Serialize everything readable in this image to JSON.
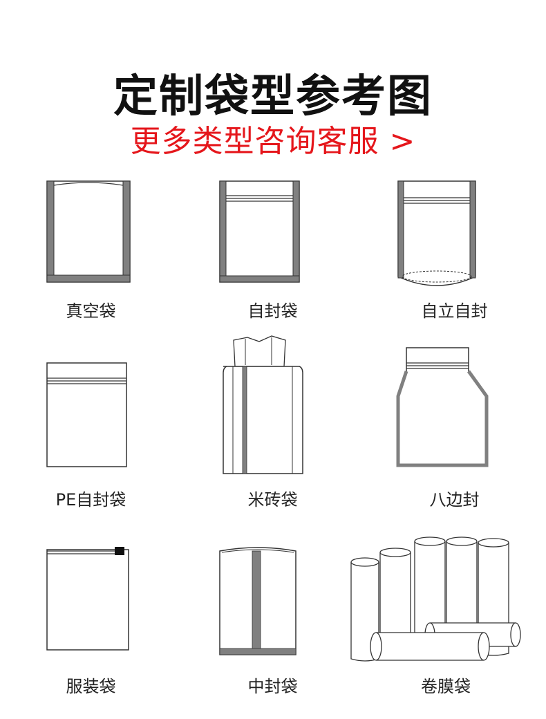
{
  "header": {
    "title": "定制袋型参考图",
    "subtitle": "更多类型咨询客服 >"
  },
  "bag_types": [
    {
      "label": "真空袋",
      "icon": "vacuum-bag-icon"
    },
    {
      "label": "自封袋",
      "icon": "ziplock-bag-icon"
    },
    {
      "label": "自立自封",
      "icon": "stand-up-ziplock-bag-icon"
    },
    {
      "label": "PE自封袋",
      "icon": "pe-ziplock-bag-icon"
    },
    {
      "label": "米砖袋",
      "icon": "rice-brick-bag-icon"
    },
    {
      "label": "八边封",
      "icon": "eight-side-seal-bag-icon"
    },
    {
      "label": "服装袋",
      "icon": "clothing-bag-icon"
    },
    {
      "label": "中封袋",
      "icon": "center-seal-bag-icon"
    },
    {
      "label": "卷膜袋",
      "icon": "roll-film-icon"
    }
  ],
  "colors": {
    "title": "#111111",
    "subtitle": "#e5161b",
    "seal": "#808080",
    "outline": "#333333"
  }
}
